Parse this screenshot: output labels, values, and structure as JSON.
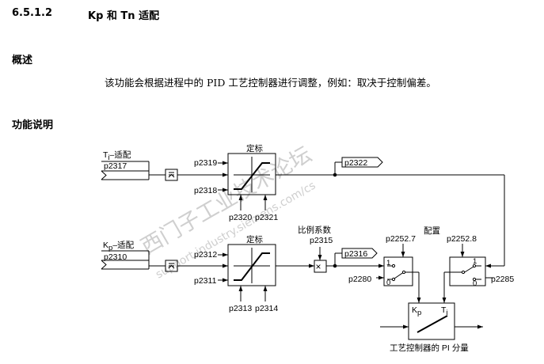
{
  "header": {
    "number": "6.5.1.2",
    "title": "Kp 和 Tn 适配"
  },
  "overview": {
    "heading": "概述",
    "text": "该功能会根据进程中的 PID 工艺控制器进行调整，例如：取决于控制偏差。"
  },
  "function": {
    "heading": "功能说明"
  },
  "diagram": {
    "tn_label": "T",
    "tn_label_sub": "i",
    "tn_label_suffix": "–适配",
    "tn_param": "p2317",
    "scaling_top": "定标",
    "p2319": "p2319",
    "p2318": "p2318",
    "p2320": "p2320",
    "p2321": "p2321",
    "p2322": "p2322",
    "kp_label": "K",
    "kp_label_sub": "p",
    "kp_label_suffix": "–适配",
    "kp_param": "p2310",
    "scaling_bottom": "定标",
    "p2312": "p2312",
    "p2311": "p2311",
    "p2313": "p2313",
    "p2314": "p2314",
    "gain_label": "比例系数",
    "p2315": "p2315",
    "p2316": "p2316",
    "config_label": "配置",
    "p2252_7": "p2252.7",
    "p2252_8": "p2252.8",
    "p2280": "p2280",
    "p2285": "p2285",
    "switch_one": "1",
    "switch_zero": "0",
    "pi_kp": "K",
    "pi_kp_sub": "p",
    "pi_ti": "T",
    "pi_ti_sub": "i",
    "pi_caption": "工艺控制器的 PI 分量",
    "multiply_symbol": "×"
  },
  "watermark": {
    "line1": "西门子工业技术论坛",
    "line2": "support.industry.siemens.com/cs"
  }
}
